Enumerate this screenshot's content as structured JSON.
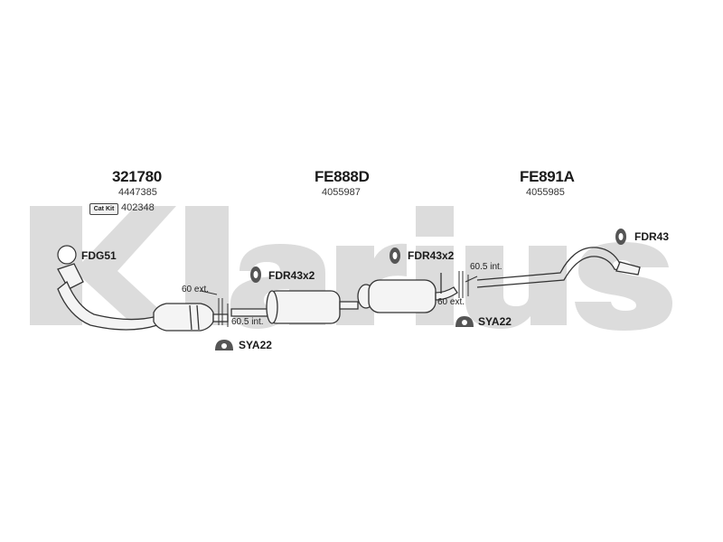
{
  "watermark": {
    "text": "Klarius",
    "color": "#dcdcdc"
  },
  "sections": [
    {
      "part_number": "321780",
      "ref": "4447385"
    },
    {
      "part_number": "FE888D",
      "ref": "4055987"
    },
    {
      "part_number": "FE891A",
      "ref": "4055985"
    }
  ],
  "catkit": {
    "badge": "Cat Kit",
    "ref": "402348"
  },
  "fittings": {
    "fdg51": "FDG51",
    "fdr43x2_left": "FDR43x2",
    "fdr43x2_mid": "FDR43x2",
    "fdr43": "FDR43",
    "sya22_left": "SYA22",
    "sya22_right": "SYA22"
  },
  "dimensions": {
    "left_ext": "60 ext.",
    "left_int": "60.5 int.",
    "right_int": "60.5 int.",
    "right_ext": "60 ext."
  },
  "colors": {
    "pipe_stroke": "#333333",
    "pipe_fill": "#f4f4f4",
    "icon_fill": "#555555"
  }
}
